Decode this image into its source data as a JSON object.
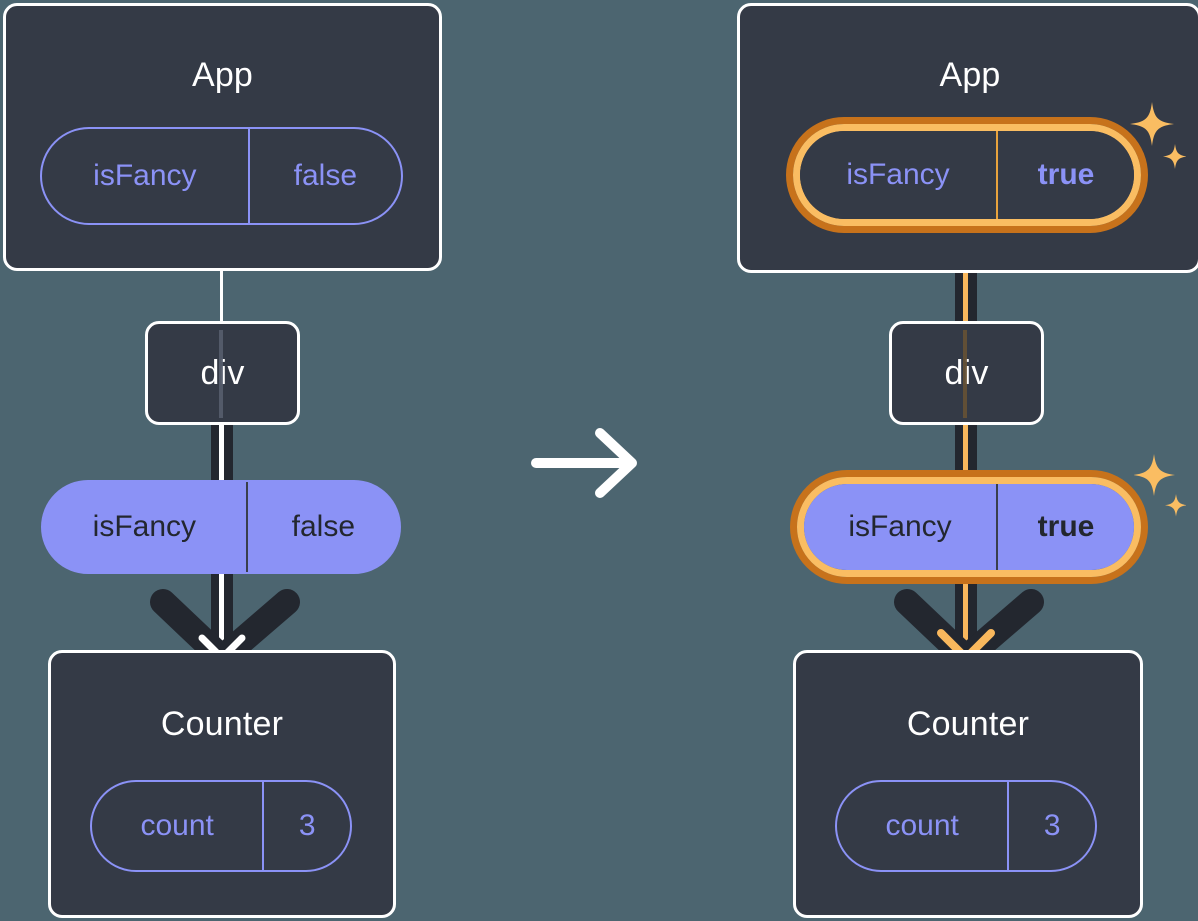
{
  "diagram": {
    "type": "react-component-tree-state-propagation",
    "background_color": "#4c6570",
    "accent_highlight_color": "#e8952a",
    "pill_color": "#8b92f6",
    "box_color": "#343a46",
    "transition_icon": "right-arrow-icon",
    "panels": [
      {
        "id": "before",
        "app": {
          "title": "App",
          "state": {
            "key": "isFancy",
            "value": "false",
            "highlighted": false
          }
        },
        "div": {
          "label": "div"
        },
        "prop": {
          "key": "isFancy",
          "value": "false",
          "highlighted": false
        },
        "counter": {
          "title": "Counter",
          "state": {
            "key": "count",
            "value": "3",
            "highlighted": false
          }
        }
      },
      {
        "id": "after",
        "app": {
          "title": "App",
          "state": {
            "key": "isFancy",
            "value": "true",
            "highlighted": true
          }
        },
        "div": {
          "label": "div"
        },
        "prop": {
          "key": "isFancy",
          "value": "true",
          "highlighted": true
        },
        "counter": {
          "title": "Counter",
          "state": {
            "key": "count",
            "value": "3",
            "highlighted": false
          }
        }
      }
    ]
  }
}
